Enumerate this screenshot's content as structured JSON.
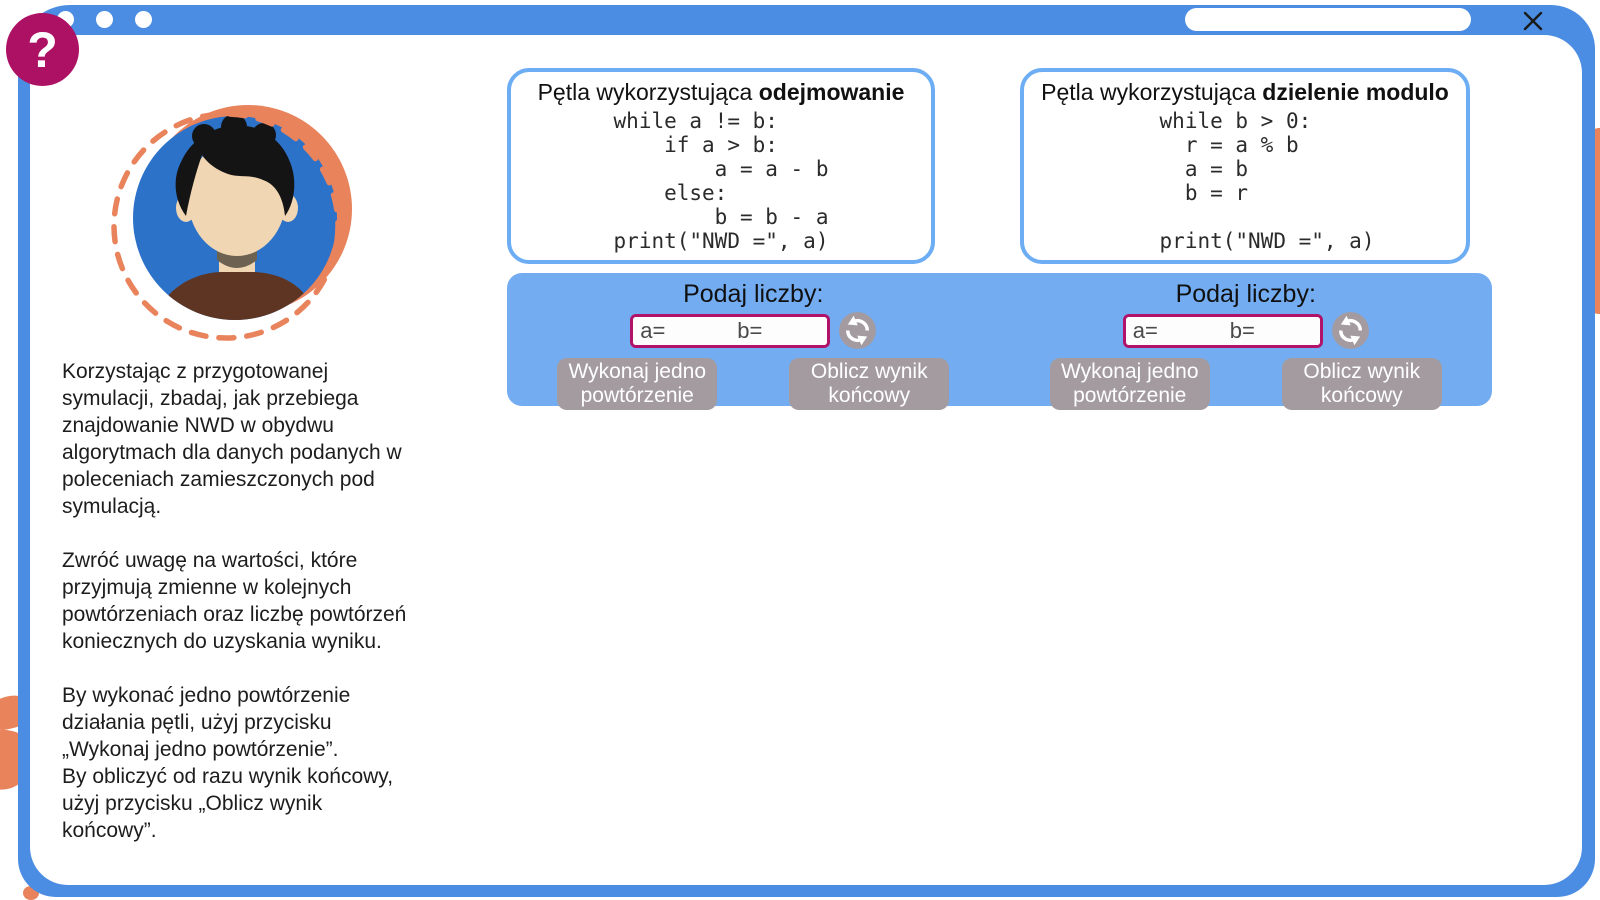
{
  "window": {
    "close_icon": "✕",
    "help_icon": "?"
  },
  "instructions": {
    "paragraphs": [
      "Korzystając z przygotowanej\nsymulacji, zbadaj, jak przebiega\nznajdowanie NWD w obydwu\nalgorytmach dla danych podanych w\npoleceniach zamieszczonych pod\nsymulacją.",
      "Zwróć uwagę na wartości, które\nprzyjmują zmienne w kolejnych\npowtórzeniach oraz liczbę powtórzeń\nkoniecznych do uzyskania wyniku.",
      "By wykonać jedno powtórzenie\ndziałania pętli, użyj przycisku\n„Wykonaj jedno powtórzenie”.\nBy obliczyć od razu wynik końcowy,\nużyj przycisku „Oblicz wynik\nkońcowy”."
    ]
  },
  "algorithms": [
    {
      "title_prefix": "Pętla wykorzystująca ",
      "title_bold": "odejmowanie",
      "code": "while a != b:\n    if a > b:\n        a = a - b\n    else:\n        b = b - a\nprint(\"NWD =\", a)"
    },
    {
      "title_prefix": "Pętla wykorzystująca ",
      "title_bold": "dzielenie modulo",
      "code": "while b > 0:\n  r = a % b\n  a = b\n  b = r\n\nprint(\"NWD =\", a)"
    }
  ],
  "simulator": {
    "prompt": "Podaj liczby:",
    "input_a_value": "a=",
    "input_b_value": "b=",
    "step_button": "Wykonaj jedno powtórzenie",
    "result_button": "Oblicz wynik końcowy"
  },
  "colors": {
    "chrome_blue": "#4b8de3",
    "panel_blue": "#73acf1",
    "card_border_blue": "#6cadf4",
    "button_gray": "#a39ba0",
    "accent_magenta": "#b1136a",
    "decor_orange": "#e8835c"
  }
}
